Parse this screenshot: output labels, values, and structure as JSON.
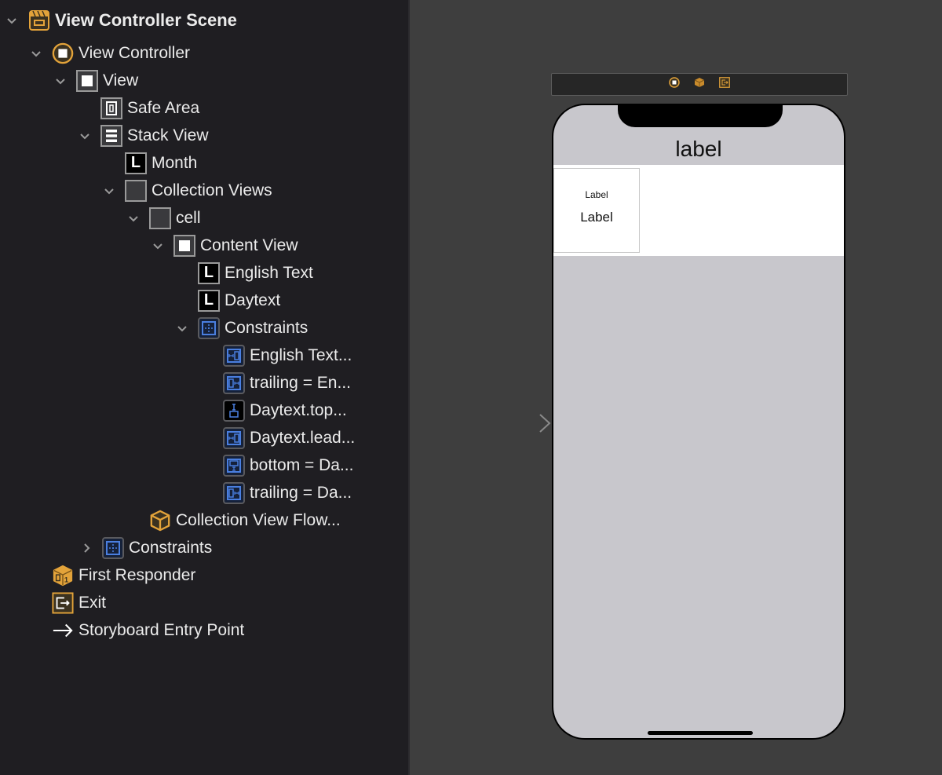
{
  "outline": {
    "items": [
      {
        "label": "View Controller Scene",
        "icon": "scene-icon",
        "indent": 0,
        "disclosure": "expanded"
      },
      {
        "label": "View Controller",
        "icon": "view-controller-icon",
        "indent": 1,
        "disclosure": "expanded"
      },
      {
        "label": "View",
        "icon": "view-icon",
        "indent": 2,
        "disclosure": "expanded"
      },
      {
        "label": "Safe Area",
        "icon": "safe-area-icon",
        "indent": 3,
        "disclosure": "none"
      },
      {
        "label": "Stack View",
        "icon": "stack-view-icon",
        "indent": 3,
        "disclosure": "expanded"
      },
      {
        "label": "Month",
        "icon": "label-icon",
        "indent": 4,
        "disclosure": "none"
      },
      {
        "label": "Collection Views",
        "icon": "collection-view-icon",
        "indent": 4,
        "disclosure": "expanded"
      },
      {
        "label": "cell",
        "icon": "collection-cell-icon",
        "indent": 5,
        "disclosure": "expanded"
      },
      {
        "label": "Content View",
        "icon": "view-icon",
        "indent": 6,
        "disclosure": "expanded"
      },
      {
        "label": "English Text",
        "icon": "label-icon",
        "indent": 7,
        "disclosure": "none"
      },
      {
        "label": "Daytext",
        "icon": "label-icon",
        "indent": 7,
        "disclosure": "none"
      },
      {
        "label": "Constraints",
        "icon": "constraints-icon",
        "indent": 7,
        "disclosure": "expanded"
      },
      {
        "label": "English Text...",
        "icon": "leading-constraint-icon",
        "indent": 8,
        "disclosure": "none"
      },
      {
        "label": "trailing = En...",
        "icon": "trailing-constraint-icon",
        "indent": 8,
        "disclosure": "none"
      },
      {
        "label": "Daytext.top...",
        "icon": "top-constraint-icon",
        "indent": 8,
        "disclosure": "none"
      },
      {
        "label": "Daytext.lead...",
        "icon": "leading-constraint-icon",
        "indent": 8,
        "disclosure": "none"
      },
      {
        "label": "bottom = Da...",
        "icon": "bottom-constraint-icon",
        "indent": 8,
        "disclosure": "none"
      },
      {
        "label": "trailing = Da...",
        "icon": "trailing-constraint-icon",
        "indent": 8,
        "disclosure": "none"
      },
      {
        "label": "Collection View Flow...",
        "icon": "flow-layout-cube-icon",
        "indent": 5,
        "disclosure": "none"
      },
      {
        "label": "Constraints",
        "icon": "constraints-icon",
        "indent": 3,
        "disclosure": "collapsed"
      },
      {
        "label": "First Responder",
        "icon": "first-responder-icon",
        "indent": 1,
        "disclosure": "none"
      },
      {
        "label": "Exit",
        "icon": "exit-icon",
        "indent": 1,
        "disclosure": "none"
      },
      {
        "label": "Storyboard Entry Point",
        "icon": "entry-arrow-icon",
        "indent": 1,
        "disclosure": "none"
      }
    ]
  },
  "canvas": {
    "scene_dock_icons": [
      "view-controller-icon",
      "first-responder-icon",
      "exit-icon"
    ],
    "month_label": "label",
    "cell_small_label": "Label",
    "cell_big_label": "Label",
    "colors": {
      "outline_bg": "#1f1e22",
      "canvas_bg": "#3e3e3e",
      "screen_bg": "#c8c7cc",
      "accent_orange": "#e3a33a",
      "constraint_blue": "#4a7fe0"
    }
  }
}
